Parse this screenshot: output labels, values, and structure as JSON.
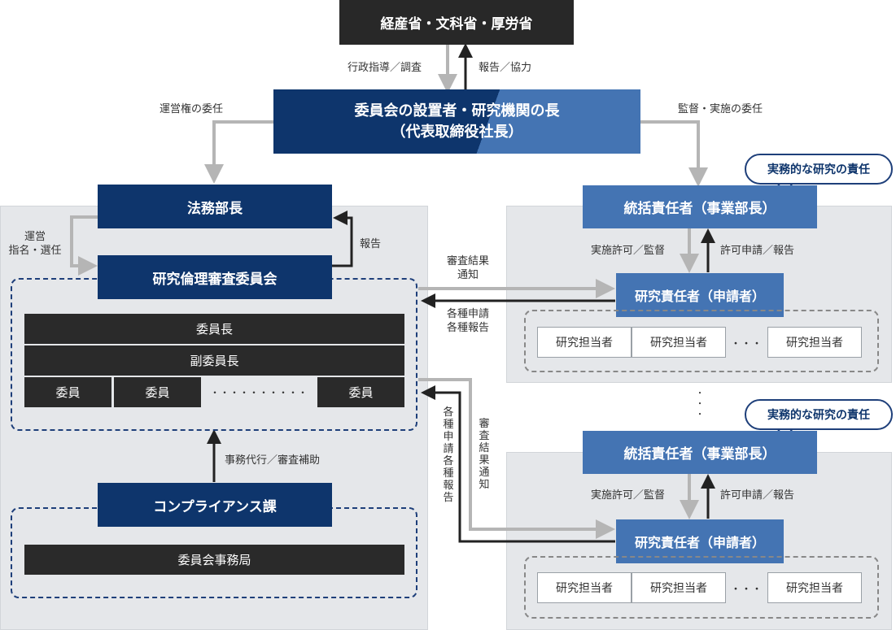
{
  "top_box": "経産省・文科省・厚労省",
  "guidance_label": "行政指導／調査",
  "report_coop_label": "報告／協力",
  "head_box": {
    "line1": "委員会の設置者・研究機関の長",
    "line2": "（代表取締役社長）"
  },
  "delegate_ops_label": "運営権の委任",
  "supervise_label": "監督・実施の委任",
  "legal_box": "法務部長",
  "ops_label": {
    "line1": "運営",
    "line2": "指名・選任"
  },
  "report_label": "報告",
  "committee_box": "研究倫理審査委員会",
  "chair": "委員長",
  "vice_chair": "副委員長",
  "members": [
    "委員",
    "委員",
    "委員"
  ],
  "member_dots": "・・・・・・・・・・",
  "clerical_label": "事務代行／審査補助",
  "compliance_box": "コンプライアンス課",
  "secretariat": "委員会事務局",
  "result_notice": {
    "line1": "審査結果",
    "line2": "通知"
  },
  "applications": {
    "line1": "各種申請",
    "line2": "各種報告"
  },
  "vertical_applications": [
    "各",
    "種",
    "申",
    "請",
    "各",
    "種",
    "報",
    "告"
  ],
  "vertical_results": [
    "審",
    "査",
    "結",
    "果",
    "通",
    "知"
  ],
  "bubble": "実務的な研究の責任",
  "overall_box": "統括責任者（事業部長）",
  "permit_label": "実施許可／監督",
  "request_label": "許可申請／報告",
  "researcher_box": "研究責任者（申請者）",
  "staff": "研究担当者",
  "staff_dots": "・・・",
  "vdots": "・\n・\n・",
  "colors": {
    "navy": "#0e356c",
    "blue": "#4474b3",
    "black": "#282828",
    "arrow_gray": "#b5b5b5",
    "panel": "#e5e7ea"
  }
}
